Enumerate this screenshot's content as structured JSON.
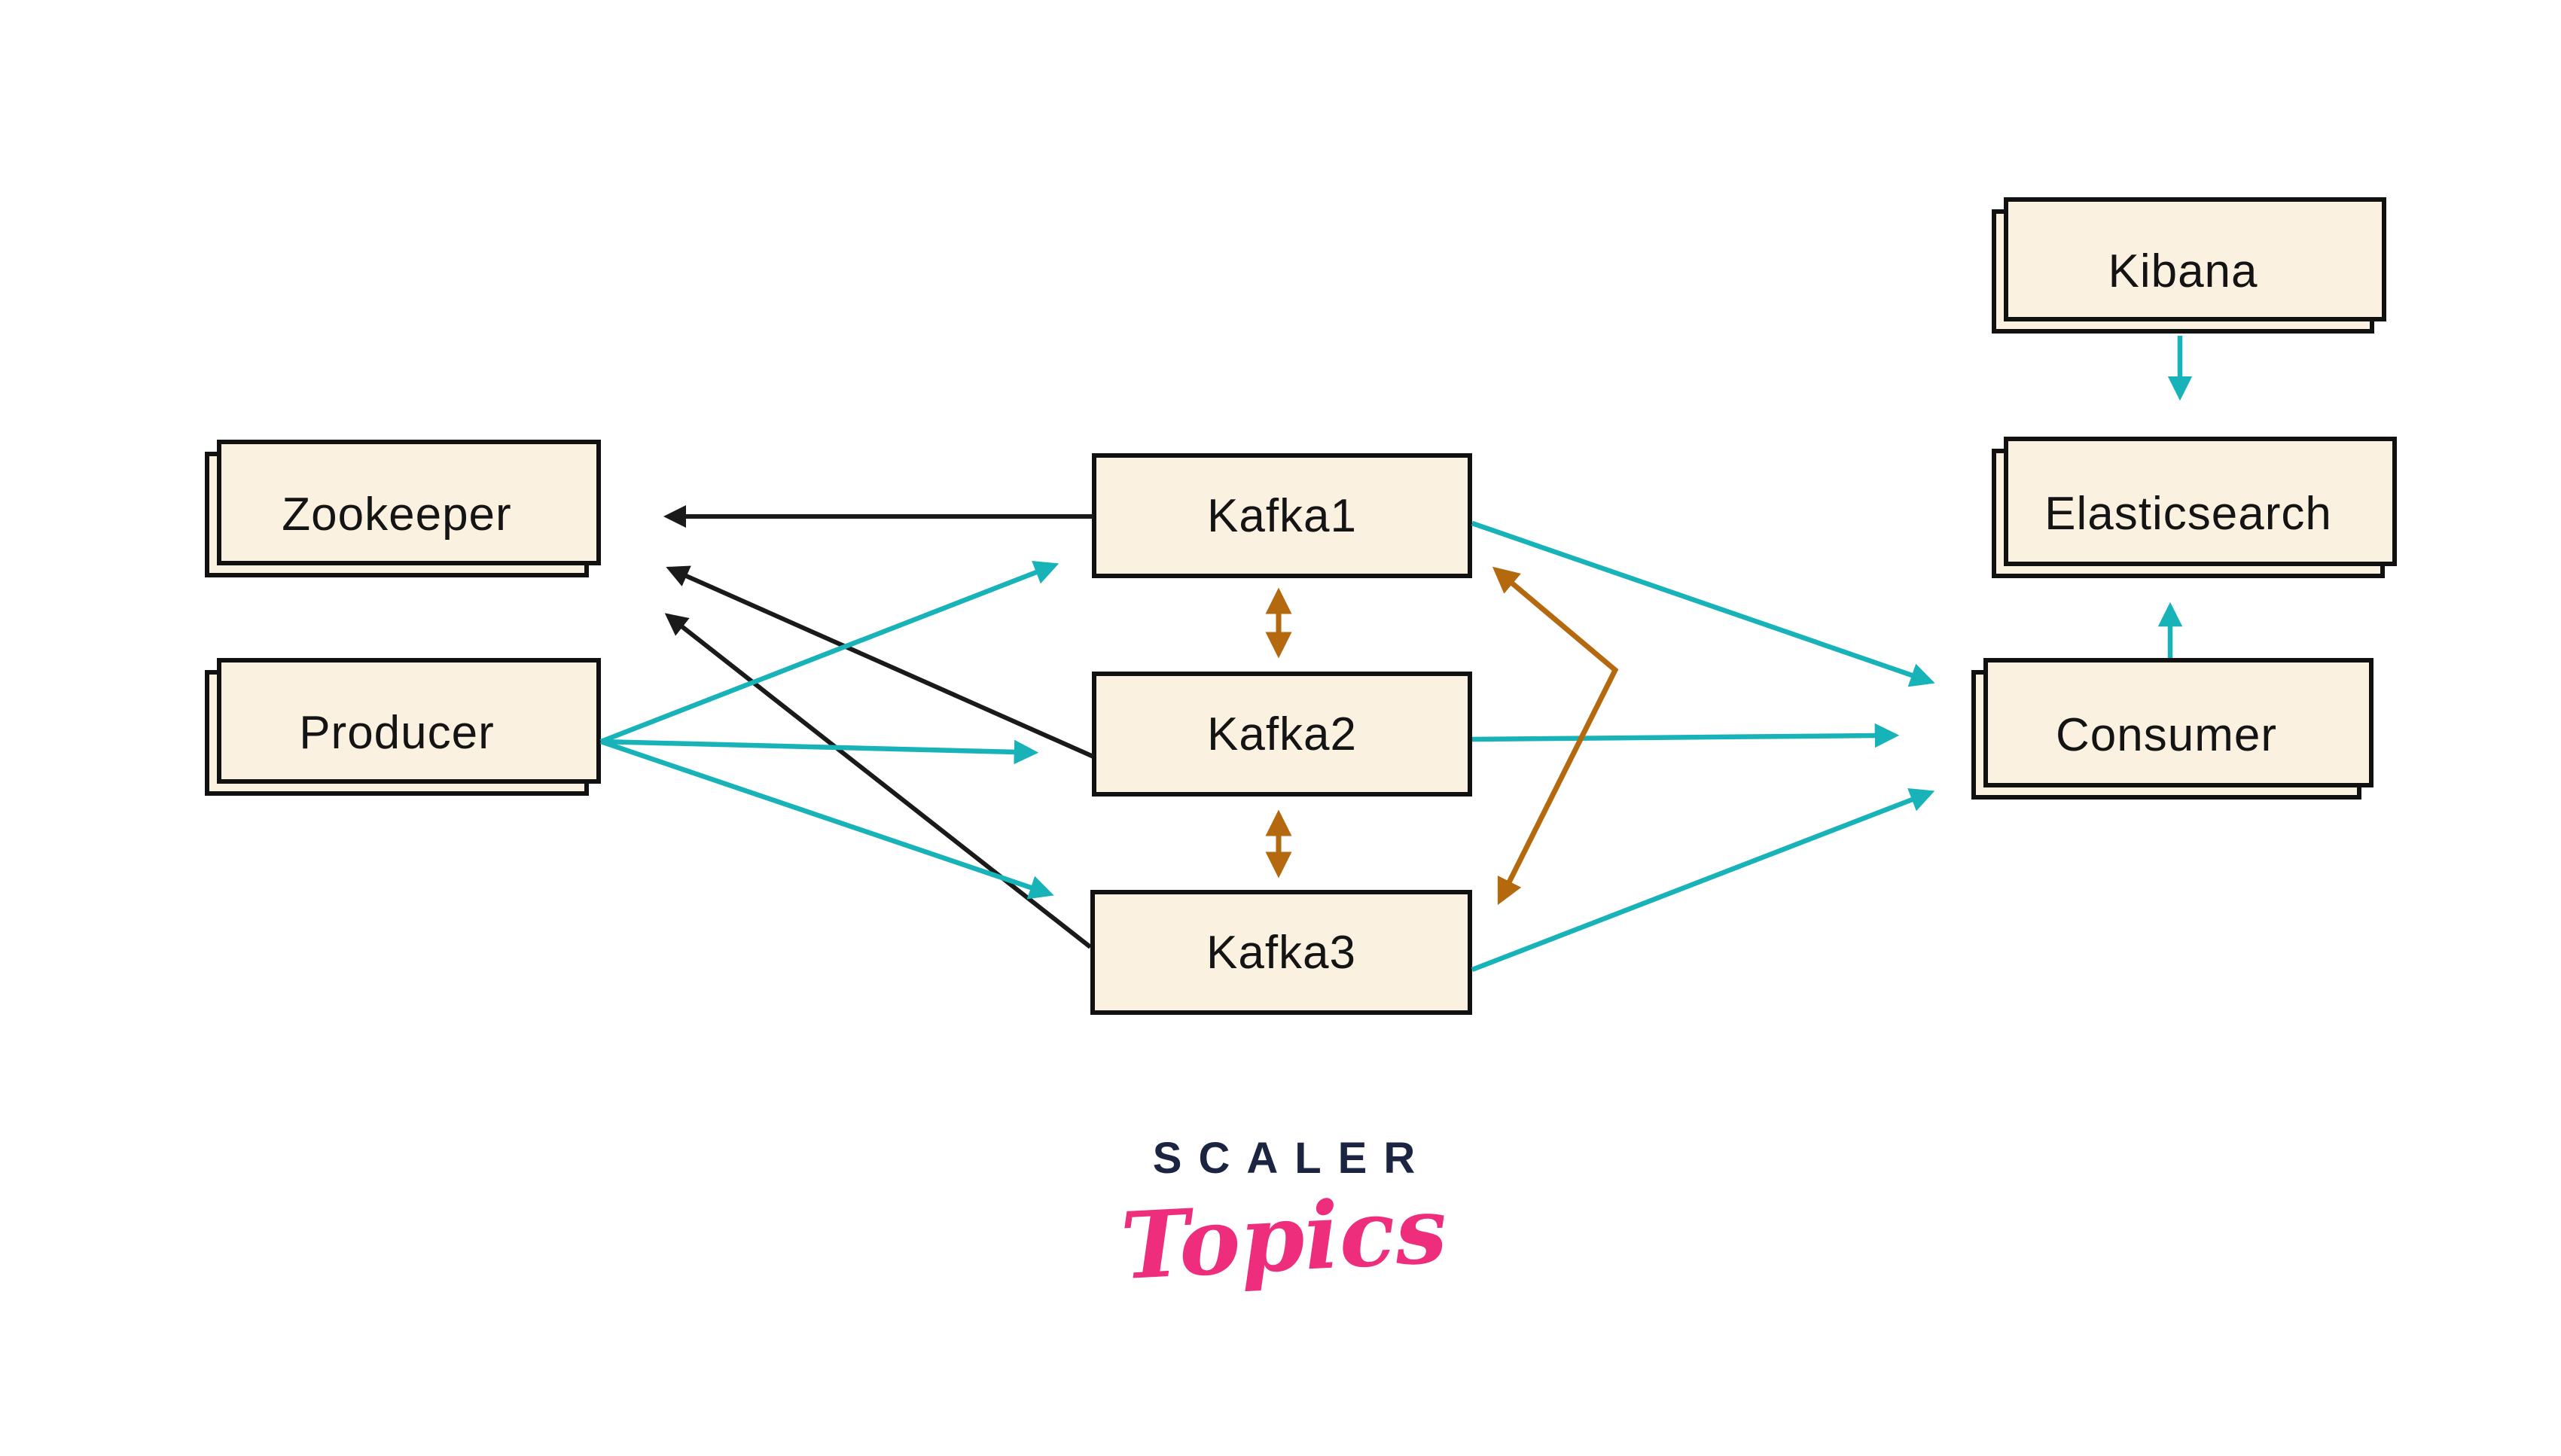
{
  "title": "Kafka cluster with ELK stack architecture diagram",
  "colors": {
    "bg": "#ffffff",
    "ink": "#1a1a1a",
    "teal": "#17b3b9",
    "orange": "#b5690f",
    "box-fill": "#fbf1e1",
    "box-border": "#111111",
    "logo-navy": "#1b2440",
    "logo-pink": "#ee2d7d"
  },
  "nodes": {
    "zookeeper": {
      "label": "Zookeeper",
      "stacked": true
    },
    "producer": {
      "label": "Producer",
      "stacked": true
    },
    "kafka1": {
      "label": "Kafka1",
      "stacked": false
    },
    "kafka2": {
      "label": "Kafka2",
      "stacked": false
    },
    "kafka3": {
      "label": "Kafka3",
      "stacked": false
    },
    "kibana": {
      "label": "Kibana",
      "stacked": true
    },
    "elasticsearch": {
      "label": "Elasticsearch",
      "stacked": true
    },
    "consumer": {
      "label": "Consumer",
      "stacked": true
    }
  },
  "edges": [
    {
      "from": "kafka1",
      "to": "zookeeper",
      "color": "black",
      "bidirectional": false
    },
    {
      "from": "kafka2",
      "to": "zookeeper",
      "color": "black",
      "bidirectional": false
    },
    {
      "from": "kafka3",
      "to": "zookeeper",
      "color": "black",
      "bidirectional": false
    },
    {
      "from": "producer",
      "to": "kafka1",
      "color": "teal",
      "bidirectional": false
    },
    {
      "from": "producer",
      "to": "kafka2",
      "color": "teal",
      "bidirectional": false
    },
    {
      "from": "producer",
      "to": "kafka3",
      "color": "teal",
      "bidirectional": false
    },
    {
      "from": "kafka1",
      "to": "consumer",
      "color": "teal",
      "bidirectional": false
    },
    {
      "from": "kafka2",
      "to": "consumer",
      "color": "teal",
      "bidirectional": false
    },
    {
      "from": "kafka3",
      "to": "consumer",
      "color": "teal",
      "bidirectional": false
    },
    {
      "from": "kafka1",
      "to": "kafka2",
      "color": "orange",
      "bidirectional": true
    },
    {
      "from": "kafka2",
      "to": "kafka3",
      "color": "orange",
      "bidirectional": true
    },
    {
      "from": "kafka1",
      "to": "kafka3",
      "color": "orange",
      "bidirectional": true
    },
    {
      "from": "kibana",
      "to": "elasticsearch",
      "color": "teal",
      "bidirectional": false
    },
    {
      "from": "consumer",
      "to": "elasticsearch",
      "color": "teal",
      "bidirectional": false
    }
  ],
  "logo": {
    "brand": "SCALER",
    "product": "Topics"
  }
}
